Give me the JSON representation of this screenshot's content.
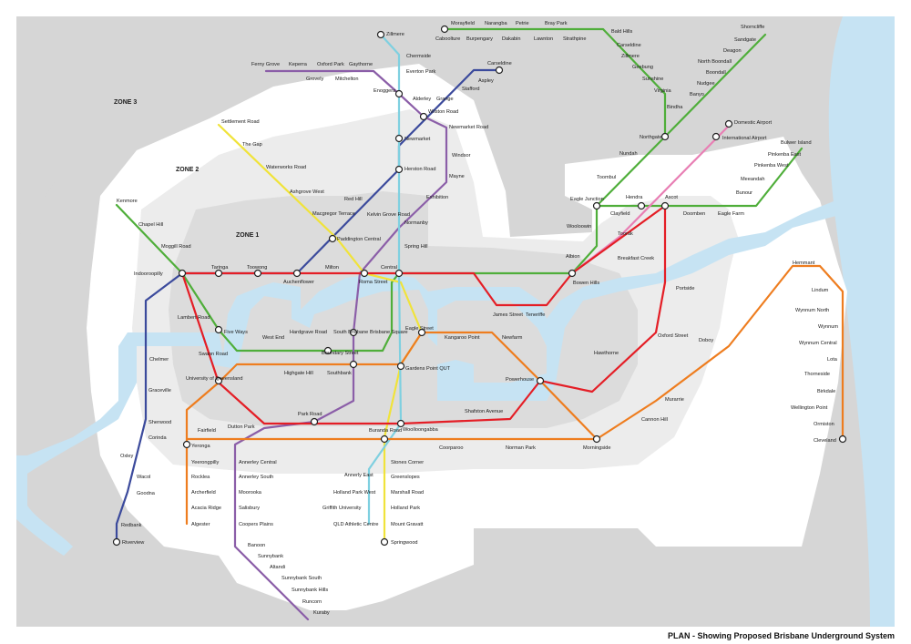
{
  "caption": "PLAN - Showing Proposed Brisbane Underground System",
  "zones": [
    "ZONE 1",
    "ZONE 2",
    "ZONE 3"
  ],
  "colors": {
    "water": "#c6e3f3",
    "land": "#d8d8d8",
    "zone2": "#e6e6e6",
    "zone3": "#f3f3f3",
    "ferny_grove": "#8b5ea8",
    "caboolture": "#4fae3a",
    "airport": "#e87fb4",
    "cleveland": "#ee7d1f",
    "ipswich_west": "#3b4a9c",
    "gold_coast": "#f0e33a",
    "central_cross": "#e41e26",
    "chermside": "#7fd0e0",
    "springwood": "#f3d12a"
  },
  "lines": [
    {
      "name": "Ferny Grove",
      "color_key": "ferny_grove"
    },
    {
      "name": "Caboolture",
      "color_key": "caboolture"
    },
    {
      "name": "Airport",
      "color_key": "airport"
    },
    {
      "name": "Cleveland",
      "color_key": "cleveland"
    },
    {
      "name": "Riverview",
      "color_key": "ipswich_west"
    },
    {
      "name": "Settlement Road",
      "color_key": "gold_coast"
    },
    {
      "name": "Portside",
      "color_key": "central_cross"
    },
    {
      "name": "Zillmere",
      "color_key": "chermside"
    },
    {
      "name": "Springwood",
      "color_key": "springwood"
    }
  ],
  "stations": {
    "zillmere_n": "Zillmere",
    "chermside": "Chermside",
    "everton_park": "Everton Park",
    "enoggera": "Enoggera",
    "alderley": "Alderley",
    "wilston": "Wilston Road",
    "newmarket_rd": "Newmarket Road",
    "newmarket": "Newmarket",
    "windsor": "Windsor",
    "herston": "Herston Road",
    "mayne": "Mayne",
    "exhibition": "Exhibition",
    "kelvin": "Kelvin Grove Road",
    "normanby": "Normanby",
    "spring_hill": "Spring Hill",
    "red_hill": "Red Hill",
    "paddington": "Paddington Central",
    "macgregor": "Macgregor Terrace",
    "ashgrove": "Ashgrove West",
    "waterworks": "Waterworks Road",
    "the_gap": "The Gap",
    "settlement": "Settlement Road",
    "ferny_grove": "Ferny Grove",
    "keperra": "Keperra",
    "grovely": "Grovely",
    "oxford_park": "Oxford Park",
    "mitchelton": "Mitchelton",
    "gaythorne": "Gaythorne",
    "carseldine_w": "Carseldine",
    "aspley": "Aspley",
    "stafford": "Stafford",
    "grange": "Grange",
    "morayfield": "Morayfield",
    "caboolture": "Caboolture",
    "narangba": "Narangba",
    "burpengary": "Burpengary",
    "petrie": "Petrie",
    "dakabin": "Dakabin",
    "lawnton": "Lawnton",
    "strathpine": "Strathpine",
    "bray_park": "Bray Park",
    "bald_hills": "Bald Hills",
    "carseldine": "Carseldine",
    "zillmere": "Zillmere",
    "geebung": "Geebung",
    "sunshine": "Sunshine",
    "virginia": "Virginia",
    "banyo": "Banyo",
    "nudgee": "Nudgee",
    "boondall": "Boondall",
    "north_boondall": "North Boondall",
    "deagon": "Deagon",
    "sandgate": "Sandgate",
    "shorncliffe": "Shorncliffe",
    "bindha": "Bindha",
    "northgate": "Northgate",
    "nundah": "Nundah",
    "toombul": "Toombul",
    "eagle_junction": "Eagle Junction",
    "wooloowin": "Wooloowin",
    "albion": "Albion",
    "hendra": "Hendra",
    "clayfield": "Clayfield",
    "ascot": "Ascot",
    "doomben": "Doomben",
    "eagle_farm": "Eagle Farm",
    "toorak": "Toorak",
    "breakfast_creek": "Breakfast Creek",
    "dom_airport": "Domestic Airport",
    "int_airport": "International Airport",
    "bulwer": "Bulwer Island",
    "pinkenba_e": "Pinkenba East",
    "pinkenba_w": "Pinkenba West",
    "meeandah": "Meeandah",
    "bunour": "Bunour",
    "kenmore": "Kenmore",
    "chapel_hill": "Chapel Hill",
    "moggill": "Moggill Road",
    "indooroopilly": "Indooroopilly",
    "taringa": "Taringa",
    "toowong": "Toowong",
    "auchenflower": "Auchenflower",
    "milton": "Milton",
    "roma": "Roma Street",
    "central": "Central",
    "james": "James Street",
    "teneriffe": "Teneriffe",
    "bowen_hills": "Bowen Hills",
    "portside": "Portside",
    "oxford_st": "Oxford Street",
    "hawthorne": "Hawthorne",
    "lambert": "Lambert Road",
    "five_ways": "Five Ways",
    "west_end": "West End",
    "hardgrave": "Hardgrave Road",
    "south_brisbane": "South Brisbane",
    "brisbane_sq": "Brisbane Square",
    "eagle_st": "Eagle Street",
    "kangaroo_pt": "Kangaroo Point",
    "newfarm": "Newfarm",
    "powerhouse": "Powerhouse",
    "boundary": "Boundary Street",
    "swann": "Swann Road",
    "uq": "University of Queensland",
    "highgate": "Highgate Hill",
    "southbank": "Southbank",
    "gardens_pt": "Gardens Point QUT",
    "park_rd": "Park Road",
    "woolloongabba": "Woolloongabba",
    "shafston": "Shafston Avenue",
    "buranda": "Buranda Road",
    "coorparoo": "Coorparoo",
    "norman_park": "Norman Park",
    "morningside": "Morningside",
    "cannon_hill": "Cannon Hill",
    "murarrie": "Murarrie",
    "doboy": "Doboy",
    "hemmant": "Hemmant",
    "lindum": "Lindum",
    "wynnum_n": "Wynnum North",
    "wynnum": "Wynnum",
    "wynnum_c": "Wynnum Central",
    "lota": "Lota",
    "thorneside": "Thorneside",
    "birkdale": "Birkdale",
    "wellington": "Wellington Point",
    "ormiston": "Ormiston",
    "cleveland": "Cleveland",
    "chelmer": "Chelmer",
    "graceville": "Graceville",
    "sherwood": "Sherwood",
    "corinda": "Corinda",
    "oxley": "Oxley",
    "wacol": "Wacol",
    "goodna": "Goodna",
    "redbank": "Redbank",
    "riverview": "Riverview",
    "fairfield": "Fairfield",
    "yeronga": "Yeronga",
    "yeerongpilly": "Yeerongpilly",
    "rocklea": "Rocklea",
    "archerfield": "Archerfield",
    "acacia": "Acacia Ridge",
    "algester": "Algester",
    "dutton": "Dutton Park",
    "annerley_c": "Annerley Central",
    "annerley_s": "Annerley South",
    "moorooka": "Moorooka",
    "salisbury": "Salisbury",
    "coopers": "Coopers Plains",
    "banoon": "Banoon",
    "sunnybank": "Sunnybank",
    "altandi": "Altandi",
    "sunnybank_s": "Sunnybank South",
    "sunnybank_h": "Sunnybank Hills",
    "runcorn": "Runcorn",
    "kuraby": "Kuraby",
    "stones": "Stones Corner",
    "greenslopes": "Greenslopes",
    "marshall": "Marshall Road",
    "holland_park": "Holland Park",
    "mt_gravatt": "Mount Gravatt",
    "springwood": "Springwood",
    "annerly_east": "Annerly East",
    "holland_w": "Holland Park West",
    "griffith": "Griffith University",
    "qld_athletic": "QLD Athletic Centre"
  }
}
